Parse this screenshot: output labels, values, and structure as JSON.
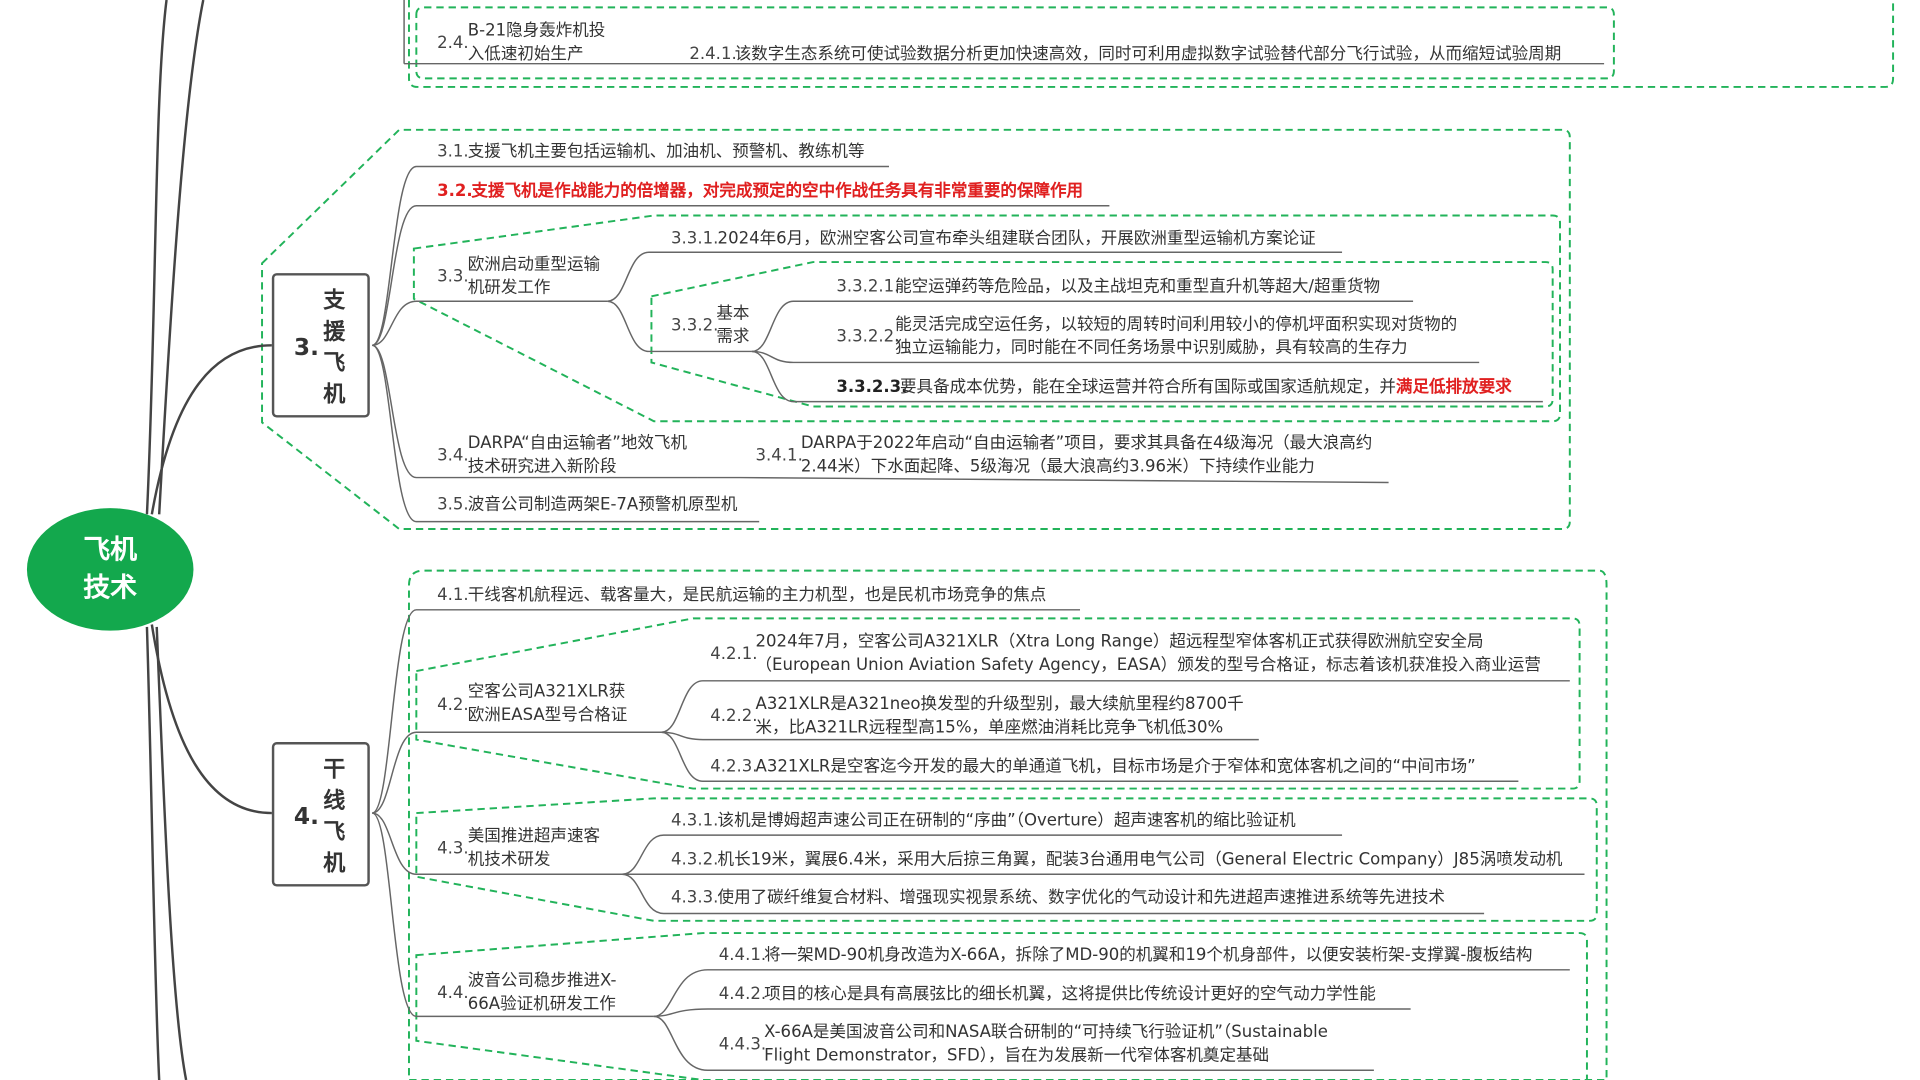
{
  "root": {
    "label": "飞机技术"
  },
  "branch3": {
    "number": "3.",
    "title": "支援飞机",
    "n3_1": {
      "num": "3.1.",
      "text": "支援飞机主要包括运输机、加油机、预警机、教练机等"
    },
    "n3_2": {
      "num": "3.2.",
      "text": "支援飞机是作战能力的倍增器，对完成预定的空中作战任务具有非常重要的保障作用"
    },
    "n3_3": {
      "num": "3.3.",
      "text": "欧洲启动重型运输机研发工作",
      "c1": {
        "num": "3.3.1.",
        "text": "2024年6月，欧洲空客公司宣布牵头组建联合团队，开展欧洲重型运输机方案论证"
      },
      "c2": {
        "num": "3.3.2.",
        "text": "基本需求",
        "d1": {
          "num": "3.3.2.1.",
          "text": "能空运弹药等危险品，以及主战坦克和重型直升机等超大/超重货物"
        },
        "d2": {
          "num": "3.3.2.2.",
          "text": "能灵活完成空运任务，以较短的周转时间利用较小的停机坪面积实现对货物的独立运输能力，同时能在不同任务场景中识别威胁，具有较高的生存力"
        },
        "d3": {
          "num": "3.3.2.3.",
          "text": "要具备成本优势，能在全球运营并符合所有国际或国家适航规定，并",
          "emph": "满足低排放要求"
        }
      }
    },
    "n3_4": {
      "num": "3.4.",
      "text": "DARPA“自由运输者”地效飞机技术研究进入新阶段",
      "c1": {
        "num": "3.4.1.",
        "text": "DARPA于2022年启动“自由运输者”项目，要求其具备在4级海况（最大浪高约2.44米）下水面起降、5级海况（最大浪高约3.96米）下持续作业能力"
      }
    },
    "n3_5": {
      "num": "3.5.",
      "text": "波音公司制造两架E-7A预警机原型机"
    }
  },
  "branch2": {
    "n2_4": {
      "num": "2.4.",
      "text": "B-21隐身轰炸机投入低速初始生产",
      "c1": {
        "num": "2.4.1.",
        "text": "该数字生态系统可使试验数据分析更加快速高效，同时可利用虚拟数字试验替代部分飞行试验，从而缩短试验周期"
      }
    }
  },
  "branch4": {
    "number": "4.",
    "title": "干线飞机",
    "n4_1": {
      "num": "4.1.",
      "text": "干线客机航程远、载客量大，是民航运输的主力机型，也是民机市场竞争的焦点"
    },
    "n4_2": {
      "num": "4.2.",
      "text": "空客公司A321XLR获欧洲EASA型号合格证",
      "c1": {
        "num": "4.2.1.",
        "text": "2024年7月，空客公司A321XLR（Xtra Long Range）超远程型窄体客机正式获得欧洲航空安全局（European Union Aviation Safety Agency，EASA）颁发的型号合格证，标志着该机获准投入商业运营"
      },
      "c2": {
        "num": "4.2.2.",
        "text": "A321XLR是A321neo换发型的升级型别，最大续航里程约8700千米，比A321LR远程型高15%，单座燃油消耗比竞争飞机低30%"
      },
      "c3": {
        "num": "4.2.3.",
        "text": "A321XLR是空客迄今开发的最大的单通道飞机，目标市场是介于窄体和宽体客机之间的“中间市场”"
      }
    },
    "n4_3": {
      "num": "4.3.",
      "text": "美国推进超声速客机技术研发",
      "c1": {
        "num": "4.3.1.",
        "text": "该机是博姆超声速公司正在研制的“序曲”（Overture）超声速客机的缩比验证机"
      },
      "c2": {
        "num": "4.3.2.",
        "text": "机长19米，翼展6.4米，采用大后掠三角翼，配装3台通用电气公司（General Electric Company）J85涡喷发动机"
      },
      "c3": {
        "num": "4.3.3.",
        "text": "使用了碳纤维复合材料、增强现实视景系统、数字优化的气动设计和先进超声速推进系统等先进技术"
      }
    },
    "n4_4": {
      "num": "4.4.",
      "text": "波音公司稳步推进X-66A验证机研发工作",
      "c1": {
        "num": "4.4.1.",
        "text": "将一架MD-90机身改造为X-66A，拆除了MD-90的机翼和19个机身部件，以便安装桁架-支撑翼-腹板结构"
      },
      "c2": {
        "num": "4.4.2.",
        "text": "项目的核心是具有高展弦比的细长机翼，这将提供比传统设计更好的空气动力学性能"
      },
      "c3": {
        "num": "4.4.3.",
        "text": "X-66A是美国波音公司和NASA联合研制的“可持续飞行验证机”（Sustainable Flight Demonstrator，SFD），旨在为发展新一代窄体客机奠定基础"
      }
    }
  },
  "colors": {
    "accent": "#13a84d",
    "dashed": "#22b35a",
    "emphasis": "#e02020"
  }
}
